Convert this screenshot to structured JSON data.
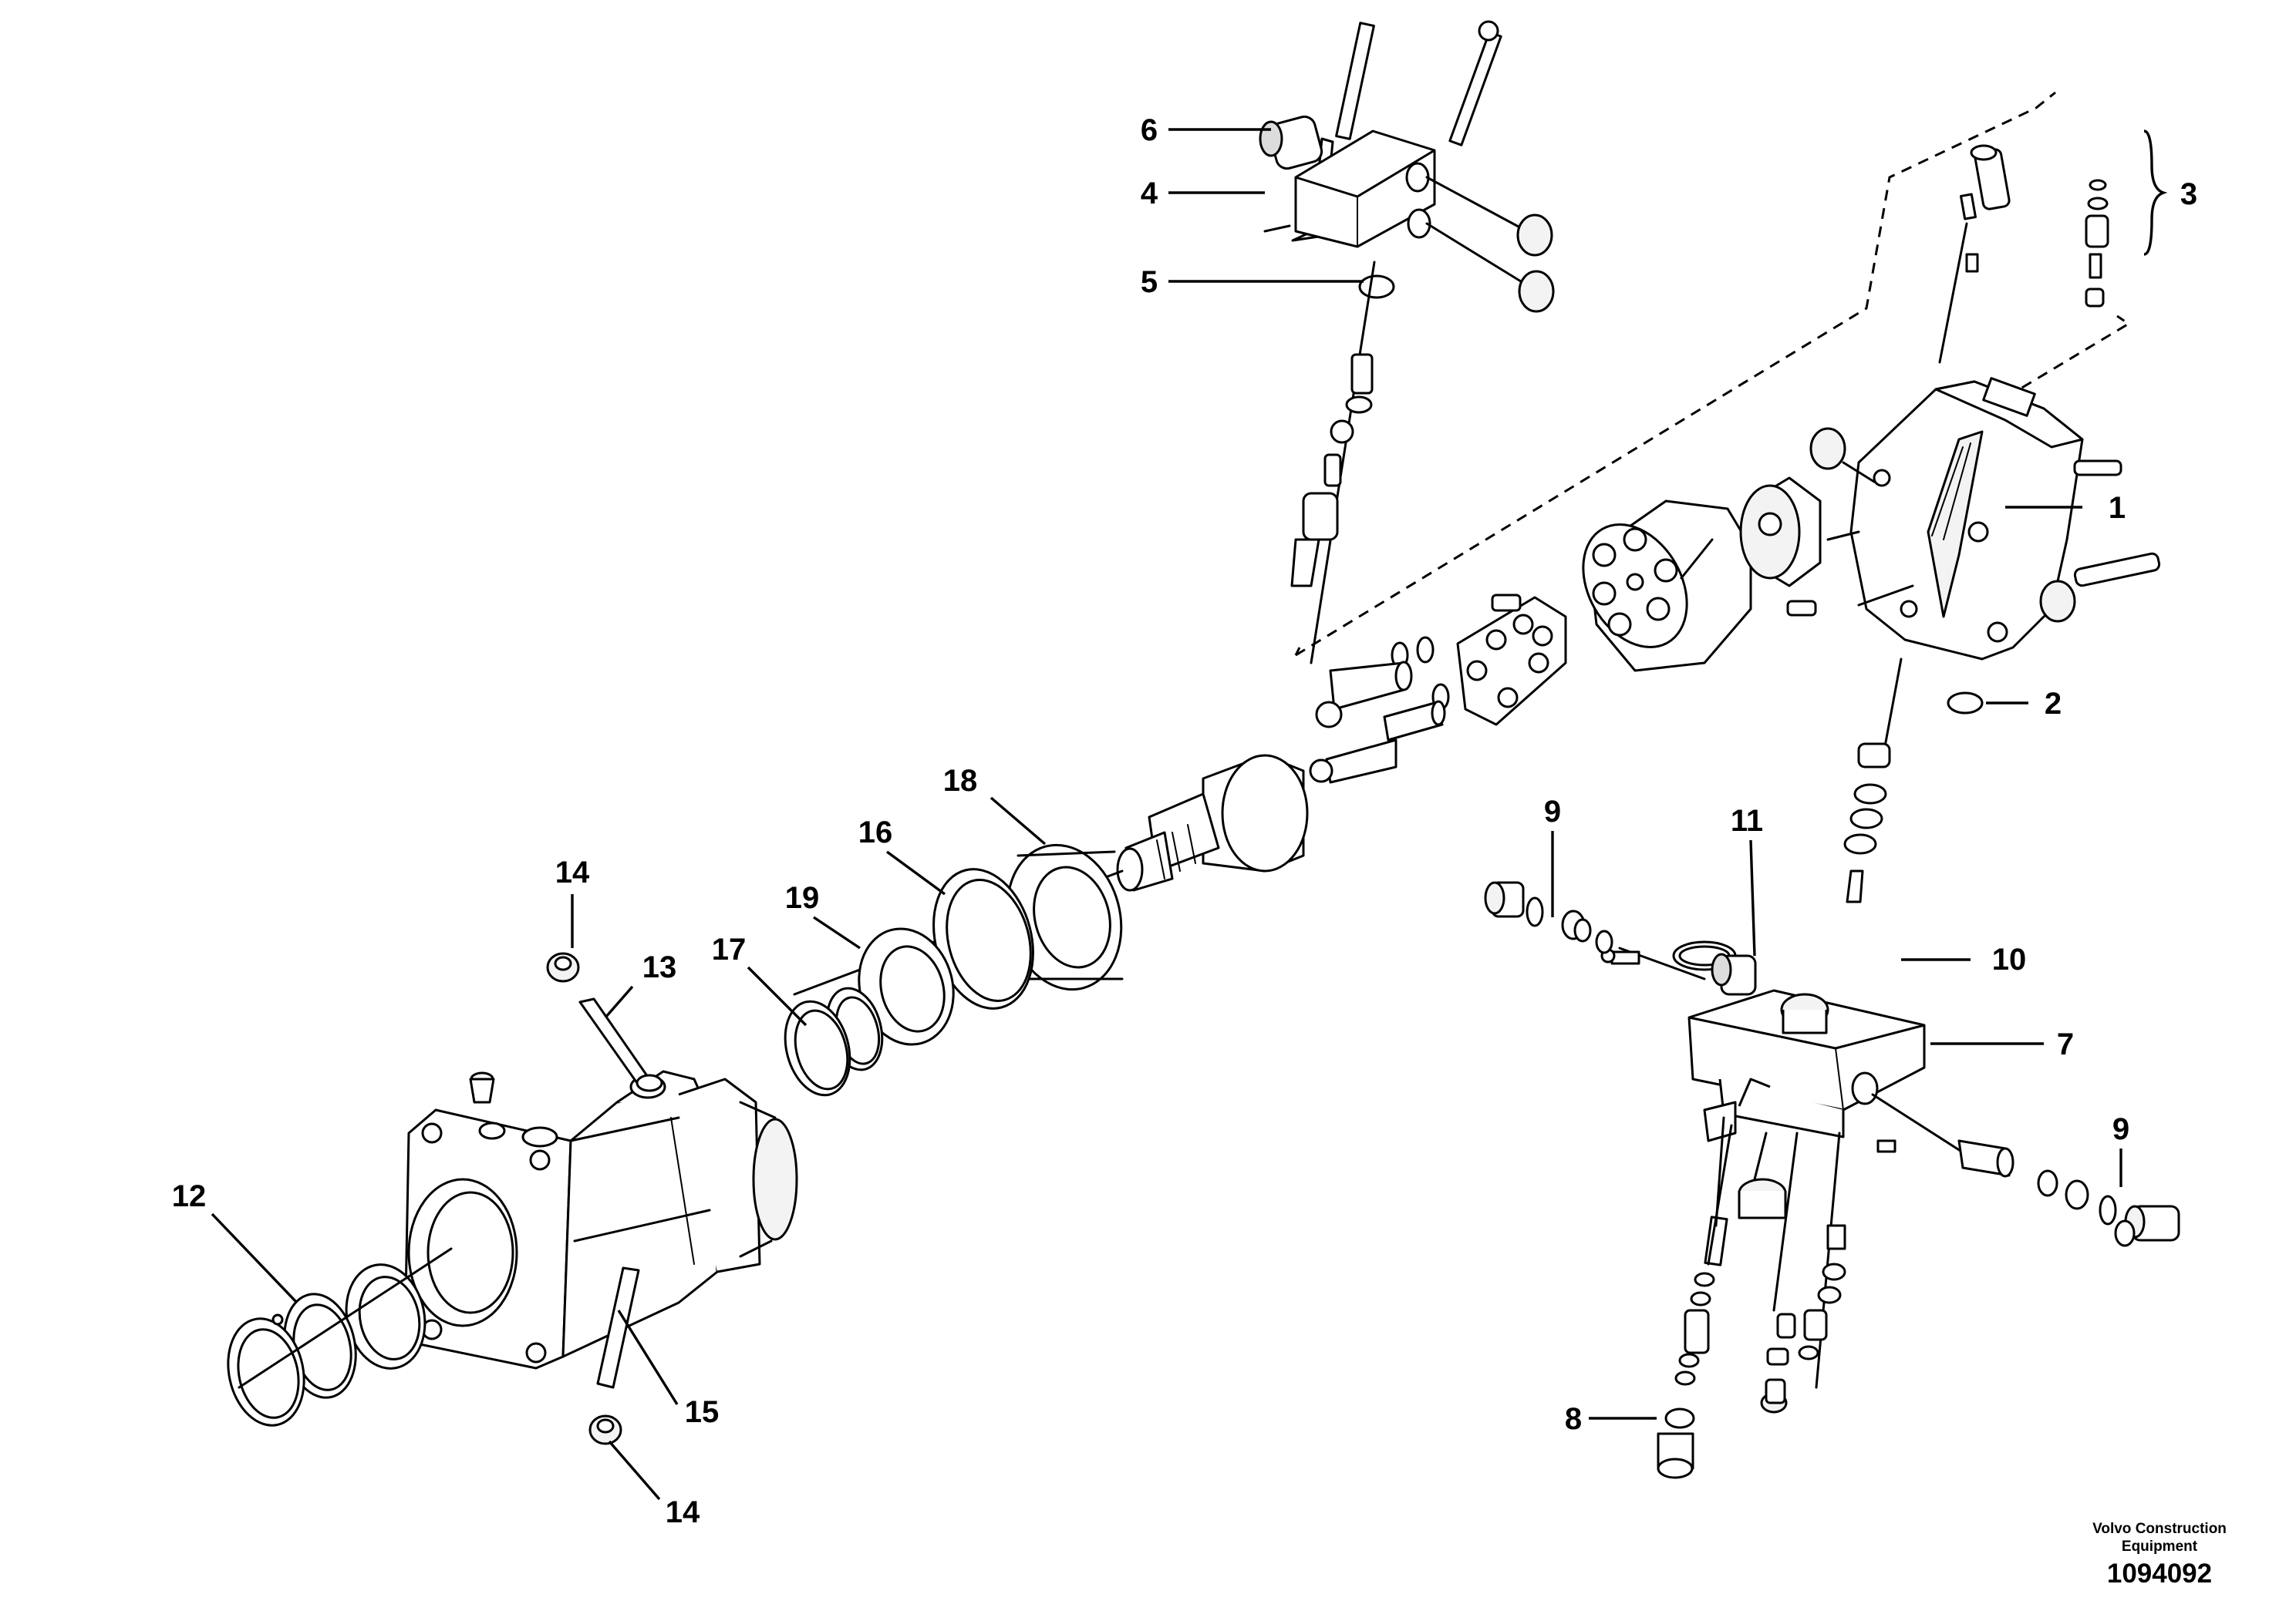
{
  "callouts": [
    {
      "id": "1",
      "text": "1"
    },
    {
      "id": "2",
      "text": "2"
    },
    {
      "id": "3",
      "text": "3"
    },
    {
      "id": "4",
      "text": "4"
    },
    {
      "id": "5",
      "text": "5"
    },
    {
      "id": "6",
      "text": "6"
    },
    {
      "id": "7",
      "text": "7"
    },
    {
      "id": "8",
      "text": "8"
    },
    {
      "id": "9a",
      "text": "9"
    },
    {
      "id": "9b",
      "text": "9"
    },
    {
      "id": "10",
      "text": "10"
    },
    {
      "id": "11",
      "text": "11"
    },
    {
      "id": "12",
      "text": "12"
    },
    {
      "id": "13",
      "text": "13"
    },
    {
      "id": "14a",
      "text": "14"
    },
    {
      "id": "14b",
      "text": "14"
    },
    {
      "id": "15",
      "text": "15"
    },
    {
      "id": "16",
      "text": "16"
    },
    {
      "id": "17",
      "text": "17"
    },
    {
      "id": "18",
      "text": "18"
    },
    {
      "id": "19",
      "text": "19"
    }
  ],
  "brand": {
    "line1": "Volvo Construction",
    "line2": "Equipment"
  },
  "document_number": "1094092"
}
